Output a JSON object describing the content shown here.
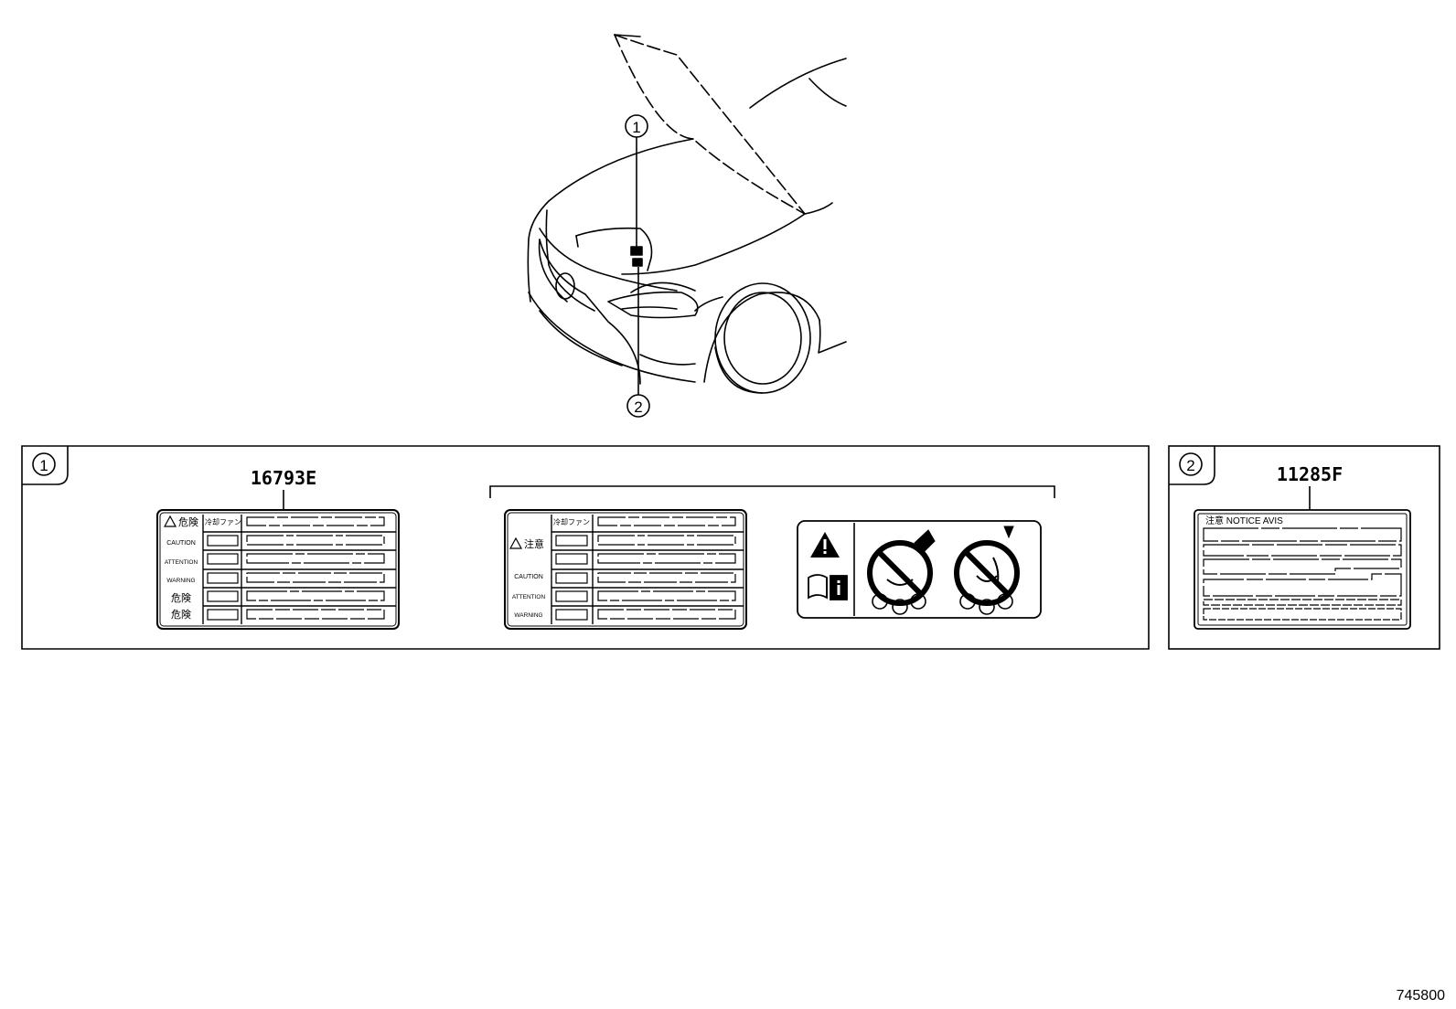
{
  "callouts": {
    "one": "1",
    "two": "2"
  },
  "panel1": {
    "part_number": "16793E",
    "label_a": {
      "rows": [
        "危険",
        "CAUTION",
        "ATTENTION",
        "WARNING",
        "危険",
        "危険"
      ],
      "header": "冷却ファン"
    },
    "label_b": {
      "rows": [
        "注意",
        "CAUTION",
        "ATTENTION",
        "WARNING"
      ],
      "header": "冷却ファン"
    },
    "pictogram": {
      "icons": [
        "warning-icon",
        "manual-info-icon",
        "no-hand-fan-icon",
        "no-tie-fan-icon"
      ]
    }
  },
  "panel2": {
    "part_number": "11285F",
    "label_header": "注意  NOTICE  AVIS"
  },
  "diagram_id": "745800"
}
